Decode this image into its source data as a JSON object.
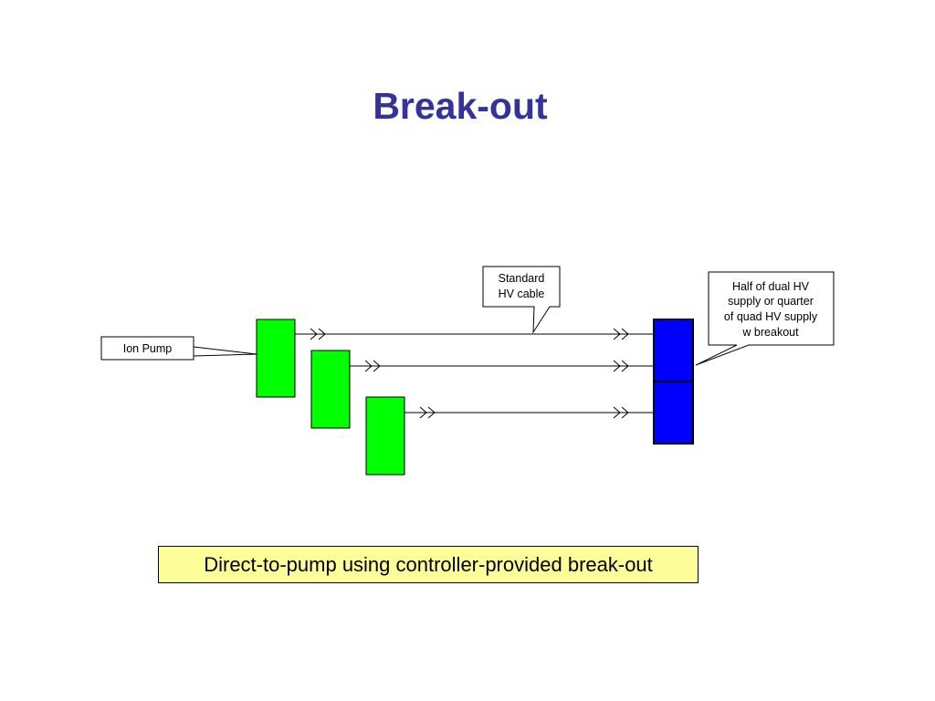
{
  "title": "Break-out",
  "colors": {
    "title": "#333399",
    "pump_fill": "#00ff00",
    "supply_fill": "#0000ff",
    "caption_fill": "#ffff99",
    "callout_fill": "#ffffff",
    "line": "#000000"
  },
  "callouts": {
    "ion_pump": "Ion Pump",
    "hv_cable": [
      "Standard",
      "HV cable"
    ],
    "supply": [
      "Half of dual HV",
      "supply or quarter",
      "of quad HV supply",
      "w breakout"
    ]
  },
  "caption": "Direct-to-pump using controller-provided break-out"
}
